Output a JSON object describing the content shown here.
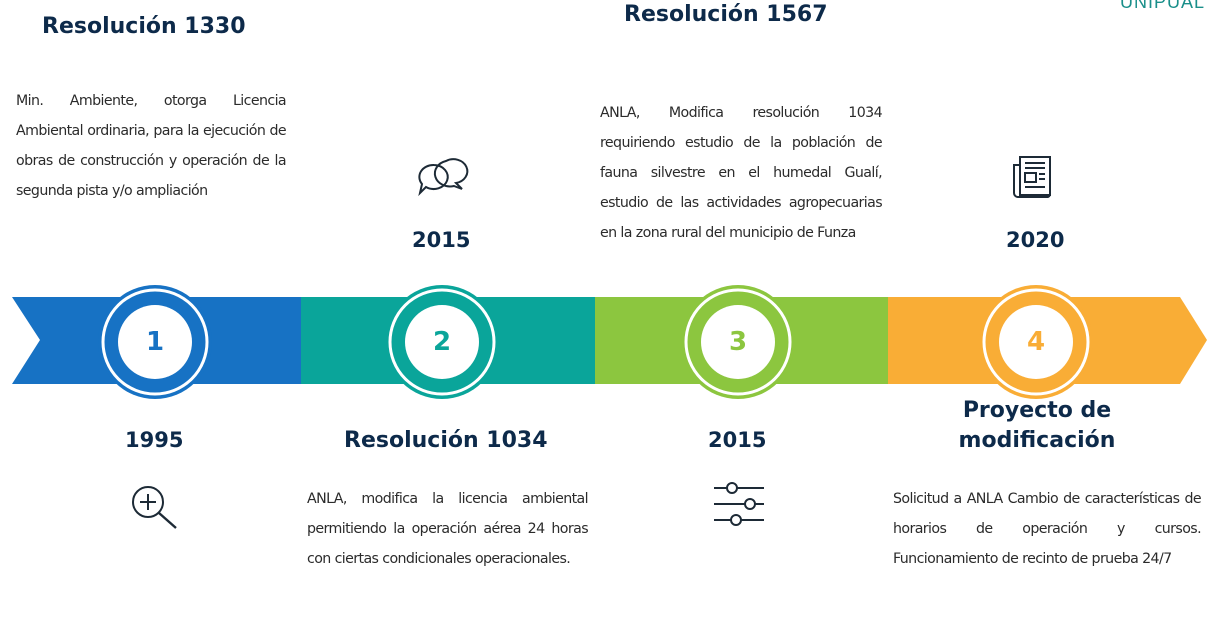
{
  "corner_label": "UNIPUAL",
  "milestones": [
    {
      "number": "1",
      "color": "#1772c4",
      "top_heading": "Resolución 1330",
      "top_text": "Min. Ambiente, otorga Licencia Ambiental ordinaria, para la ejecución de obras de construcción y operación de la segunda pista y/o ampliación",
      "bottom_heading": "1995",
      "icon": "zoom-in-icon"
    },
    {
      "number": "2",
      "color": "#0aa59a",
      "top_heading": "2015",
      "icon_top": "chat-bubbles-icon",
      "bottom_heading": "Resolución 1034",
      "bottom_text": "ANLA, modifica la licencia ambiental permitiendo la operación aérea 24 horas con ciertas condicionales operacionales."
    },
    {
      "number": "3",
      "color": "#8cc63f",
      "top_heading": "Resolución 1567",
      "top_text": "ANLA, Modifica resolución 1034 requiriendo estudio de la población de fauna silvestre en el humedal Gualí, estudio de las actividades agropecuarias en la zona rural del municipio de Funza",
      "bottom_heading": "2015",
      "icon": "sliders-icon"
    },
    {
      "number": "4",
      "color": "#f9ad36",
      "top_heading": "2020",
      "icon_top": "newspaper-icon",
      "bottom_heading": "Proyecto de modificación",
      "bottom_text": "Solicitud a ANLA Cambio de características de horarios de operación y cursos. Funcionamiento de recinto de prueba 24/7"
    }
  ]
}
